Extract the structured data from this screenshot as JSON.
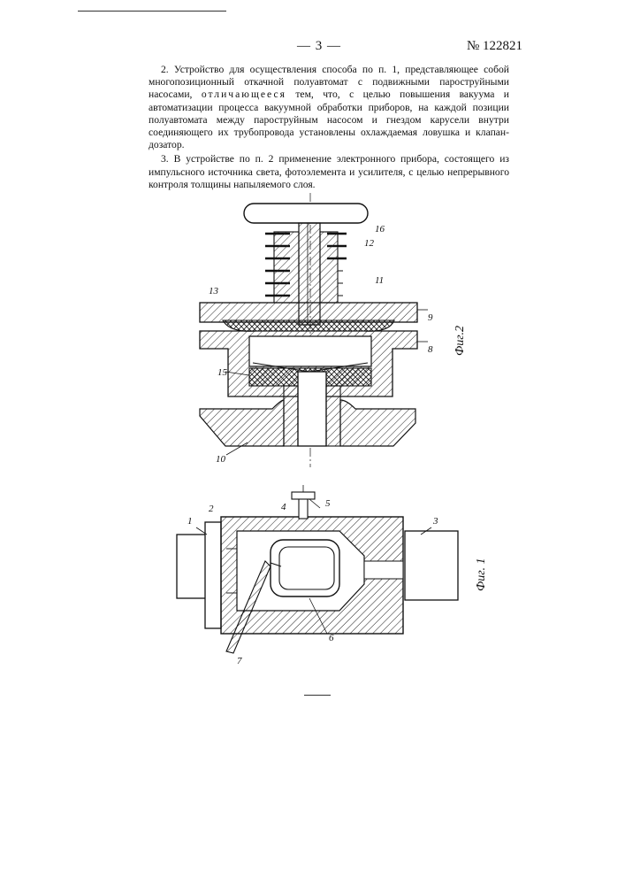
{
  "header": {
    "page_number": "— 3 —",
    "doc_number": "№ 122821"
  },
  "claims": {
    "claim2_part1": "2. Устройство для осуществления способа по п. 1, представляющее собой многопозиционный откачной полуавтомат с подвижными пароструйными насосами,",
    "claim2_spaced": "отличающееся",
    "claim2_part2": "тем, что, с целью повышения вакуума и автоматизации процесса вакуумной обработки приборов, на каждой позиции полуавтомата между пароструйным насосом и гнездом карусели внутри соединяющего их трубопровода установлены охлаждаемая ловушка и клапан-дозатор.",
    "claim3": "3. В устройстве по п. 2 применение электронного прибора, состоящего из импульсного источника света, фотоэлемента и усилителя, с целью непрерывного контроля толщины напыляемого слоя."
  },
  "fig2": {
    "caption": "Фиг.2",
    "labels": {
      "l16": "16",
      "l12": "12",
      "l13": "13",
      "l11": "11",
      "l9": "9",
      "l8": "8",
      "l15": "15",
      "l10": "10"
    }
  },
  "fig1": {
    "caption": "Фиг. 1",
    "labels": {
      "l1": "1",
      "l2": "2",
      "l3": "3",
      "l4": "4",
      "l5": "5",
      "l6": "6",
      "l7": "7"
    }
  }
}
